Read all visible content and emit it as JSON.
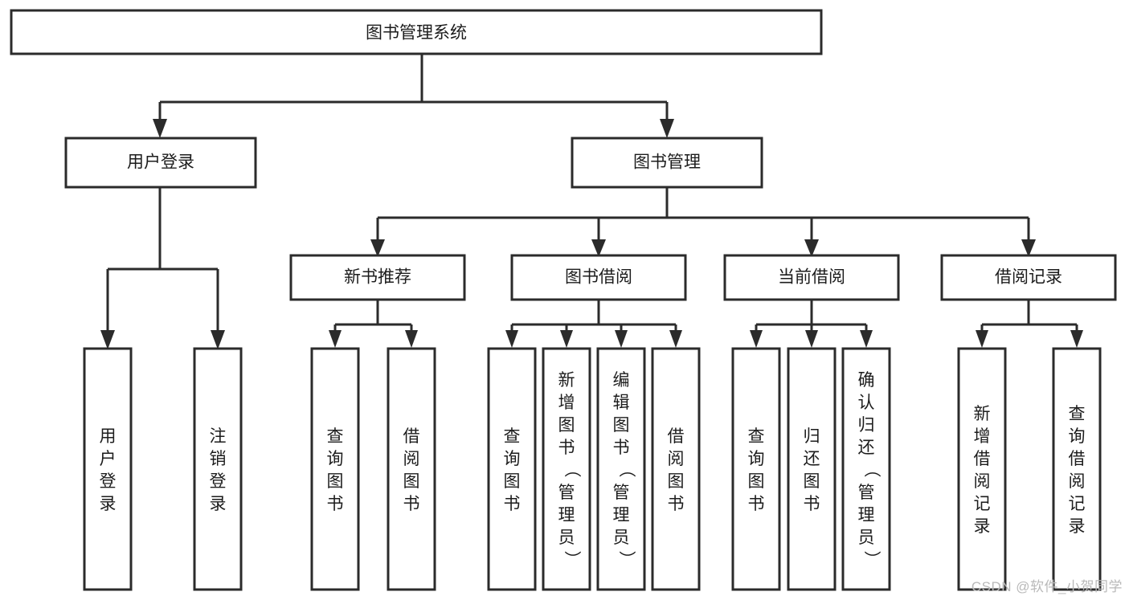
{
  "diagram": {
    "type": "tree-hierarchy",
    "title": "图书管理系统",
    "root": {
      "label": "图书管理系统",
      "level": 1
    },
    "level2": [
      {
        "label": "用户登录"
      },
      {
        "label": "图书管理"
      }
    ],
    "level3": [
      {
        "label": "新书推荐"
      },
      {
        "label": "图书借阅"
      },
      {
        "label": "当前借阅"
      },
      {
        "label": "借阅记录"
      }
    ],
    "leaves": {
      "user_login": [
        {
          "label": "用户登录"
        },
        {
          "label": "注销登录"
        }
      ],
      "new_book_recommend": [
        {
          "label": "查询图书"
        },
        {
          "label": "借阅图书"
        }
      ],
      "book_borrow": [
        {
          "label": "查询图书"
        },
        {
          "label": "新增图书（管理员）"
        },
        {
          "label": "编辑图书（管理员）"
        },
        {
          "label": "借阅图书"
        }
      ],
      "current_borrow": [
        {
          "label": "查询图书"
        },
        {
          "label": "归还图书"
        },
        {
          "label": "确认归还（管理员）"
        }
      ],
      "borrow_record": [
        {
          "label": "新增借阅记录"
        },
        {
          "label": "查询借阅记录"
        }
      ]
    }
  },
  "watermark": {
    "text": "CSDN @软件_小贺同学"
  },
  "colors": {
    "stroke": "#2b2b2b",
    "fill": "#ffffff",
    "text": "#1c1c1c",
    "watermark": "#b9b9b9"
  }
}
